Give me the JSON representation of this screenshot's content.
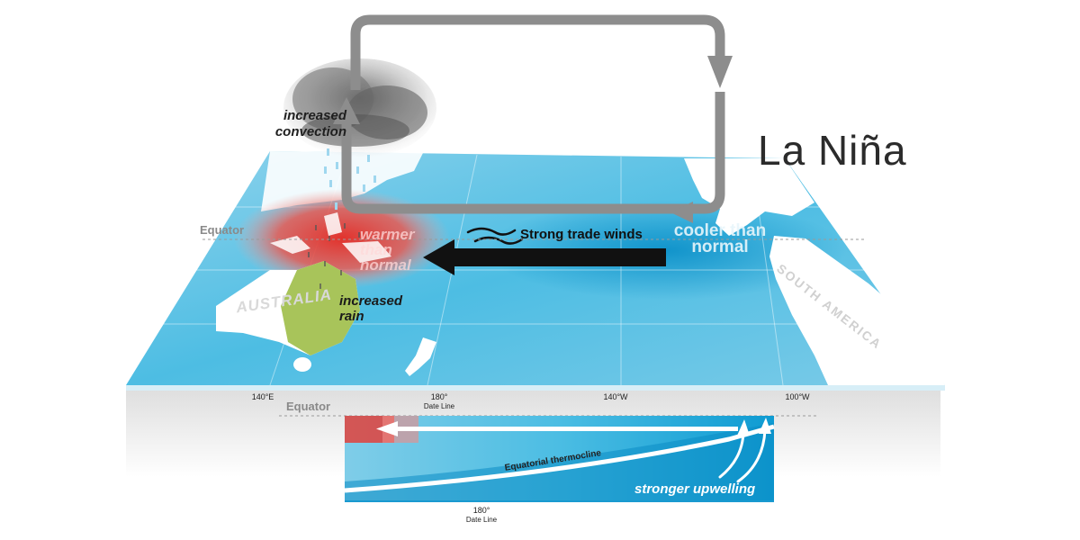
{
  "title": "La Niña",
  "labels": {
    "convection": "increased convection",
    "equator_top": "Equator",
    "equator_bottom": "Equator",
    "trade_winds": "Strong trade winds",
    "warmer": "warmer than normal",
    "cooler": "cooler than normal",
    "australia": "AUSTRALIA",
    "south_america": "SOUTH AMERICA",
    "rain": "increased rain",
    "thermocline": "Equatorial thermocline",
    "upwelling": "stronger upwelling"
  },
  "longitudes": {
    "lon_140e": "140°E",
    "lon_180": "180°",
    "date_line": "Date Line",
    "lon_140w": "140°W",
    "lon_100w": "100°W",
    "sub_180": "180°",
    "sub_date_line": "Date Line"
  },
  "colors": {
    "ocean": "#3bb3d9",
    "warm": "#e2413b",
    "rain_land": "#a8c45a",
    "arrow_gray": "#8d8d8d",
    "trade_arrow": "#111111"
  }
}
